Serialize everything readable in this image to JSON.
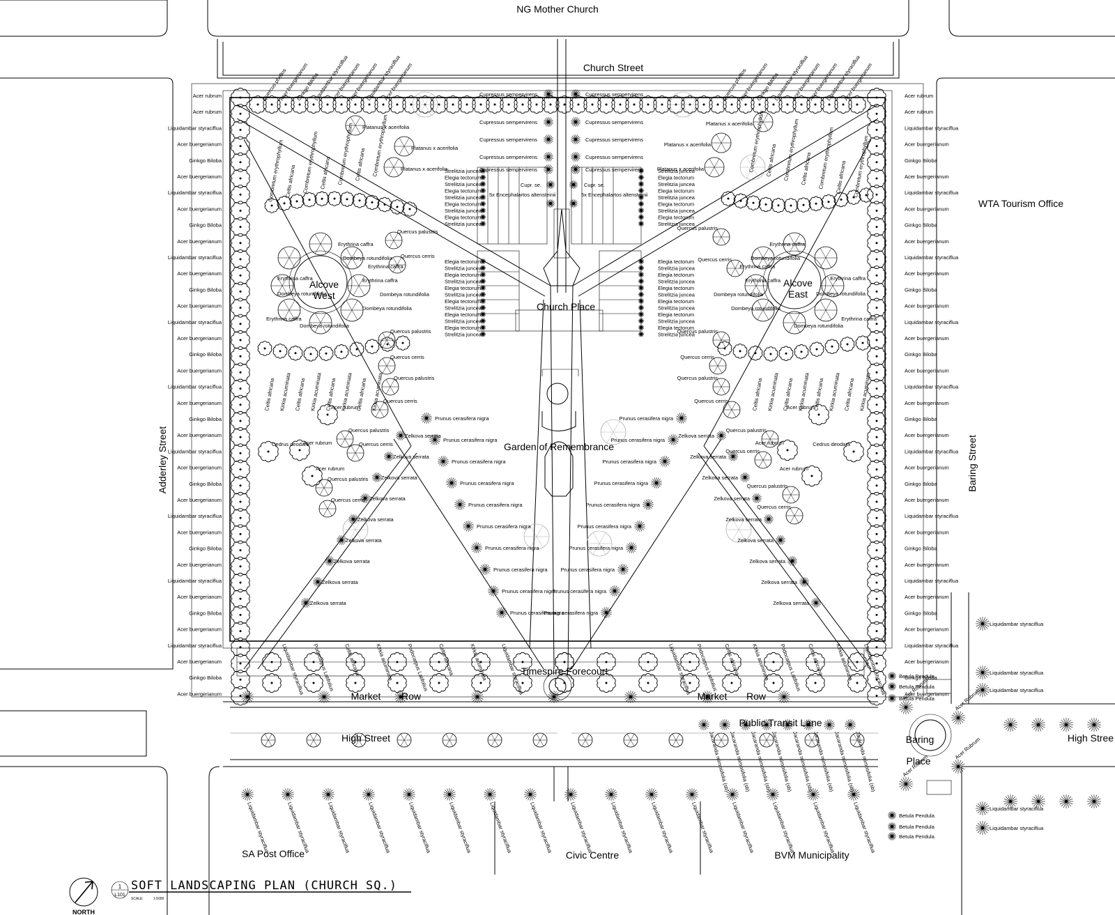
{
  "labels": {
    "ng_mother_church": "NG Mother Church",
    "church_street": "Church Street",
    "wta_tourism_office": "WTA Tourism Office",
    "adderley_street": "Adderley Street",
    "baring_street": "Baring Street",
    "alcove_west_1": "Alcove",
    "alcove_west_2": "West",
    "alcove_east_1": "Alcove",
    "alcove_east_2": "East",
    "church_place": "Church Place",
    "garden_of_remembrance": "Garden of Remembrance",
    "timespire_forecourt": "Timespire Forecourt",
    "market_1": "Market",
    "row_1": "Row",
    "market_2": "Market",
    "row_2": "Row",
    "high_street": "High Street",
    "high_street_east": "High Stree",
    "public_transit_lane": "Public Transit Lane",
    "baring": "Baring",
    "place": "Place",
    "sa_post_office": "SA Post Office",
    "civic_centre": "Civic Centre",
    "bvm_municipality": "BVM Municipality"
  },
  "title_block": {
    "drawing_number": "1",
    "sheet": "L101",
    "title": "SOFT LANDSCAPING PLAN (CHURCH SQ.)",
    "scale_label": "SCALE:",
    "scale_value": "1:5000",
    "north": "NORTH"
  },
  "plants": {
    "west_column": [
      "Acer rubrum",
      "Acer rubrum",
      "Liquidambar styraciflua",
      "Acer buergerianum",
      "Ginkgo Biloba",
      "Acer buergerianum",
      "Liquidambar styraciflua",
      "Acer buergerianum",
      "Ginkgo Biloba",
      "Acer buergerianum",
      "Liquidambar styraciflua",
      "Acer buergerianum",
      "Ginkgo Biloba",
      "Acer buergerianum",
      "Liquidambar styraciflua",
      "Acer buergerianum",
      "Ginkgo Biloba",
      "Acer buergerianum",
      "Liquidambar styraciflua",
      "Acer buergerianum",
      "Ginkgo Biloba",
      "Acer buergerianum",
      "Liquidambar styraciflua",
      "Acer buergerianum",
      "Ginkgo Biloba",
      "Acer buergerianum",
      "Liquidambar styraciflua",
      "Acer buergerianum",
      "Ginkgo Biloba",
      "Acer buergerianum",
      "Liquidambar styraciflua",
      "Acer buergerianum",
      "Ginkgo Biloba",
      "Acer buergerianum",
      "Liquidambar styraciflua",
      "Acer buergerianum",
      "Ginkgo Biloba",
      "Acer buergerianum"
    ],
    "east_column": [
      "Acer rubrum",
      "Acer rubrum",
      "Liquidambar styraciflua",
      "Acer buergerianum",
      "Ginkgo Biloba",
      "Acer buergerianum",
      "Liquidambar styraciflua",
      "Acer buergerianum",
      "Ginkgo Biloba",
      "Acer buergerianum",
      "Liquidambar styraciflua",
      "Acer buergerianum",
      "Ginkgo Biloba",
      "Acer buergerianum",
      "Liquidambar styraciflua",
      "Acer buergerianum",
      "Ginkgo Biloba",
      "Acer buergerianum",
      "Liquidambar styraciflua",
      "Acer buergerianum",
      "Ginkgo Biloba",
      "Acer buergerianum",
      "Liquidambar styraciflua",
      "Acer buergerianum",
      "Ginkgo Biloba",
      "Acer buergerianum",
      "Liquidambar styraciflua",
      "Acer buergerianum",
      "Ginkgo Biloba",
      "Acer buergerianum",
      "Liquidambar styraciflua",
      "Acer buergerianum",
      "Ginkgo Biloba",
      "Acer buergerianum",
      "Liquidambar styraciflua",
      "Acer buergerianum",
      "Ginkgo Biloba",
      "Acer buergerianum"
    ],
    "cupressus": [
      "Cupressus sempervirens",
      "Cupressus sempervirens",
      "Cupressus sempervirens",
      "Cupressus sempervirens",
      "Cupressus sempervirens"
    ],
    "cupr_short": [
      "Cupr. se.",
      "Cupr. se."
    ],
    "encephalartos": "5x Encephalartos altensteinii",
    "west_bed": [
      "Strelitzia juncea",
      "Elegia tectorum",
      "Strelitzia juncea",
      "Elegia tectorum",
      "Strelitzia juncea",
      "Elegia tectorum",
      "Strelitzia juncea",
      "Elegia tectorum",
      "Strelitzia juncea"
    ],
    "west_bed_2": [
      "Elegia tectorum",
      "Strelitzia juncea",
      "Elegia tectorum",
      "Strelitzia juncea",
      "Elegia tectorum",
      "Strelitzia juncea",
      "Elegia tectorum",
      "Strelitzia juncea",
      "Elegia tectorum",
      "Strelitzia juncea",
      "Elegia tectorum",
      "Strelitzia juncea"
    ],
    "platanus": [
      "Platanus x acerifolia",
      "Platanus x acerifolia",
      "Platanus x acerifolia"
    ],
    "alcove": [
      "Erythrina caffra",
      "Dombeya rotundifolia",
      "Erythrina caffra",
      "Dombeya rotundifolia",
      "Erythrina caffra",
      "Dombeya rotundifolia",
      "Erythrina caffra",
      "Dombeya rotundifolia",
      "Erythrina caffra",
      "Dombeya rotundifolia"
    ],
    "quercus": [
      "Quercus palustris",
      "Quercus cerris",
      "Quercus palustris",
      "Quercus cerris",
      "Quercus palustris",
      "Quercus cerris",
      "Quercus palustris",
      "Quercus cerris",
      "Quercus palustris",
      "Quercus cerris"
    ],
    "prunus": [
      "Prunus cerasifera nigra",
      "Prunus cerasifera nigra",
      "Prunus cerasifera nigra",
      "Prunus cerasifera nigra",
      "Prunus cerasifera nigra",
      "Prunus cerasifera nigra",
      "Prunus cerasifera nigra",
      "Prunus cerasifera nigra",
      "Prunus cerasifera nigra",
      "Prunus cerasifera nigra"
    ],
    "zelkova": [
      "Zelkova serrata",
      "Zelkova serrata",
      "Zelkova serrata",
      "Zelkova serrata",
      "Zelkova serrata",
      "Zelkova serrata",
      "Zelkova serrata",
      "Zelkova serrata",
      "Zelkova serrata"
    ],
    "celtis_kirkia": [
      "Celtis africana",
      "Kirkia acuminata",
      "Celtis africana",
      "Kirkia acuminata",
      "Celtis africana",
      "Kirkia acuminata",
      "Celtis africana",
      "Kirkia acuminata"
    ],
    "combretum": [
      "Combretum erythrophyllum",
      "Celtis africana",
      "Combretum erythrophyllum",
      "Celtis africana",
      "Combretum erythrophyllum",
      "Celtis africana",
      "Combretum erythrophyllum"
    ],
    "acer_cluster": [
      "Acer rubrum",
      "Cedrus deodara",
      "Acer rubrum",
      "Acer rubrum"
    ],
    "top_row": [
      "Quercus phellos",
      "Acer buergerianum",
      "Ginkgo Biloba",
      "Liquidambar styraciflua",
      "Acer buergerianum",
      "Acer buergerianum",
      "Liquidambar styraciflua",
      "Acer buergerianum"
    ],
    "market_row": [
      "Liquidambar styraciflua",
      "Podocarpus Latifolius",
      "Celtis africana",
      "Kirkia acuminata",
      "Podocarpus Latifolius",
      "Celtis africana",
      "Kirkia acuminata",
      "Liquidambar styraciflua"
    ],
    "street_trees": [
      "Liquidambar styraciflua",
      "Liquidambar styraciflua",
      "Liquidambar styraciflua",
      "Liquidambar styraciflua",
      "Liquidambar styraciflua",
      "Liquidambar styraciflua",
      "Liquidambar styraciflua",
      "Liquidambar styraciflua",
      "Liquidambar styraciflua",
      "Liquidambar styraciflua",
      "Liquidambar styraciflua",
      "Liquidambar styraciflua",
      "Liquidambar styraciflua",
      "Liquidambar styraciflua",
      "Liquidambar styraciflua",
      "Liquidambar styraciflua"
    ],
    "jacaranda": [
      "Jacaranda mimosifolia (sb)",
      "Jacaranda mimosifolia (sb)",
      "Jacaranda mimosifolia (sb)",
      "Jacaranda mimosifolia (sb)",
      "Jacaranda mimosifolia (sb)",
      "Jacaranda mimosifolia (sb)",
      "Jacaranda mimosifolia (sb)",
      "Jacaranda mimosifolia (sb)"
    ],
    "baring_place": [
      "Acer Rubrum",
      "Acer Rubrum",
      "Acer Rubrum",
      "Acer Rubrum"
    ],
    "betula": [
      "Betula Pendula",
      "Betula Pendula",
      "Betula Pendula",
      "Betula Pendula",
      "Betula Pendula",
      "Betula Pendula"
    ],
    "east_street": [
      "Liquidambar styraciflua",
      "Liquidambar styraciflua",
      "Liquidambar styraciflua",
      "Liquidambar styraciflua",
      "Liquidambar styraciflua"
    ]
  }
}
